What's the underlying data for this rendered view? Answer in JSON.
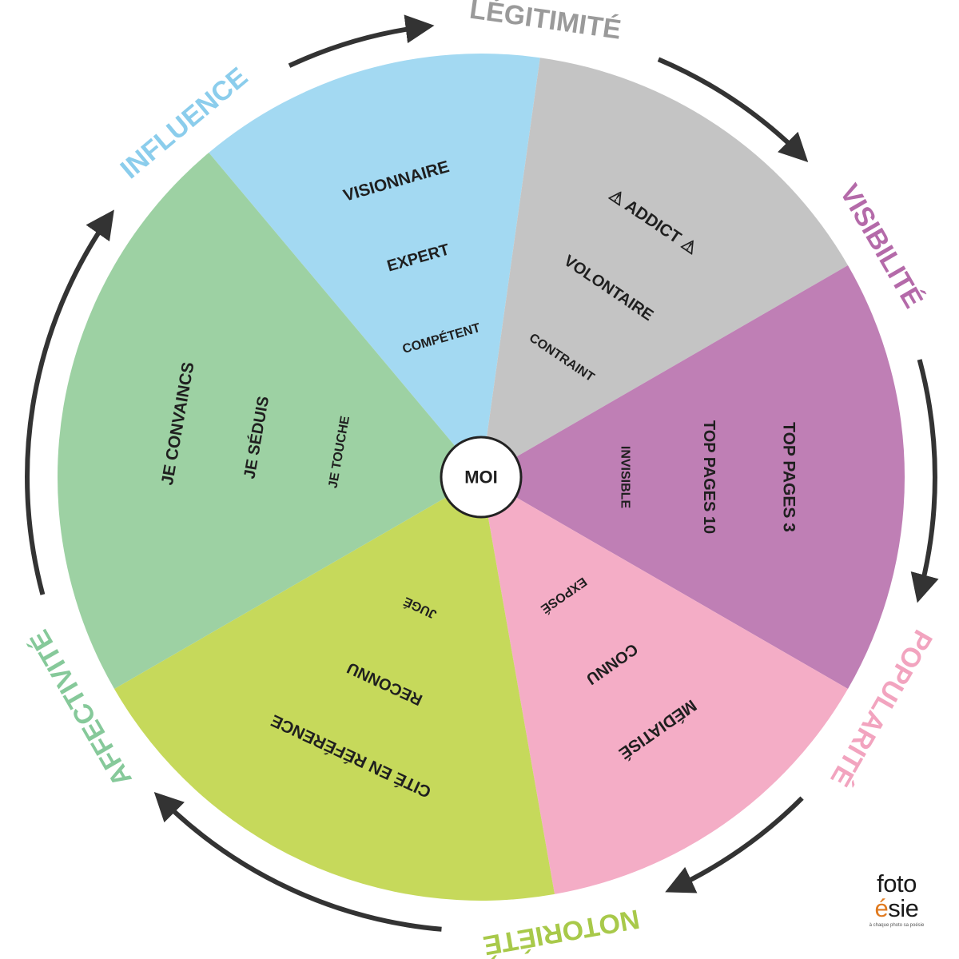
{
  "center": {
    "label": "MOI"
  },
  "segments": [
    {
      "key": "influence",
      "title": "INFLUENCE",
      "fill": "#a3d9f2",
      "title_color": "#8bcdec",
      "levels": [
        "COMPÉTENT",
        "EXPERT",
        "VISIONNAIRE"
      ]
    },
    {
      "key": "legitimite",
      "title": "LÉGITIMITÉ",
      "fill": "#c4c4c4",
      "title_color": "#9a9a9a",
      "levels": [
        "CONTRAINT",
        "VOLONTAIRE",
        "⚠ ADDICT ⚠"
      ]
    },
    {
      "key": "visibilite",
      "title": "VISIBILITÉ",
      "fill": "#bf7fb5",
      "title_color": "#b46aa9",
      "levels": [
        "INVISIBLE",
        "TOP PAGES 10",
        "TOP PAGES 3"
      ]
    },
    {
      "key": "popularite",
      "title": "POPULARITÉ",
      "fill": "#f4adc6",
      "title_color": "#f2a4bf",
      "levels": [
        "EXPOSÉ",
        "CONNU",
        "MÉDIATISÉ"
      ]
    },
    {
      "key": "notoriete",
      "title": "NOTORIÉTÉ",
      "fill": "#c6d95b",
      "title_color": "#a8c94a",
      "levels": [
        "JUGÉ",
        "RECONNU",
        "CITÉ EN RÉFÉRENCE"
      ]
    },
    {
      "key": "affectivite",
      "title": "AFFECTIVITÉ",
      "fill": "#9dd1a3",
      "title_color": "#86c99a",
      "levels": [
        "JE TOUCHE",
        "JE SÉDUIS",
        "JE CONVAINCS"
      ]
    }
  ],
  "colors": {
    "warning": "#c0282d",
    "arrows": "#333333",
    "text": "#1f1f1f"
  },
  "logo": {
    "line1": "foto",
    "line2_accent": "é",
    "line2_rest": "sie",
    "tagline": "à chaque photo sa poésie"
  }
}
